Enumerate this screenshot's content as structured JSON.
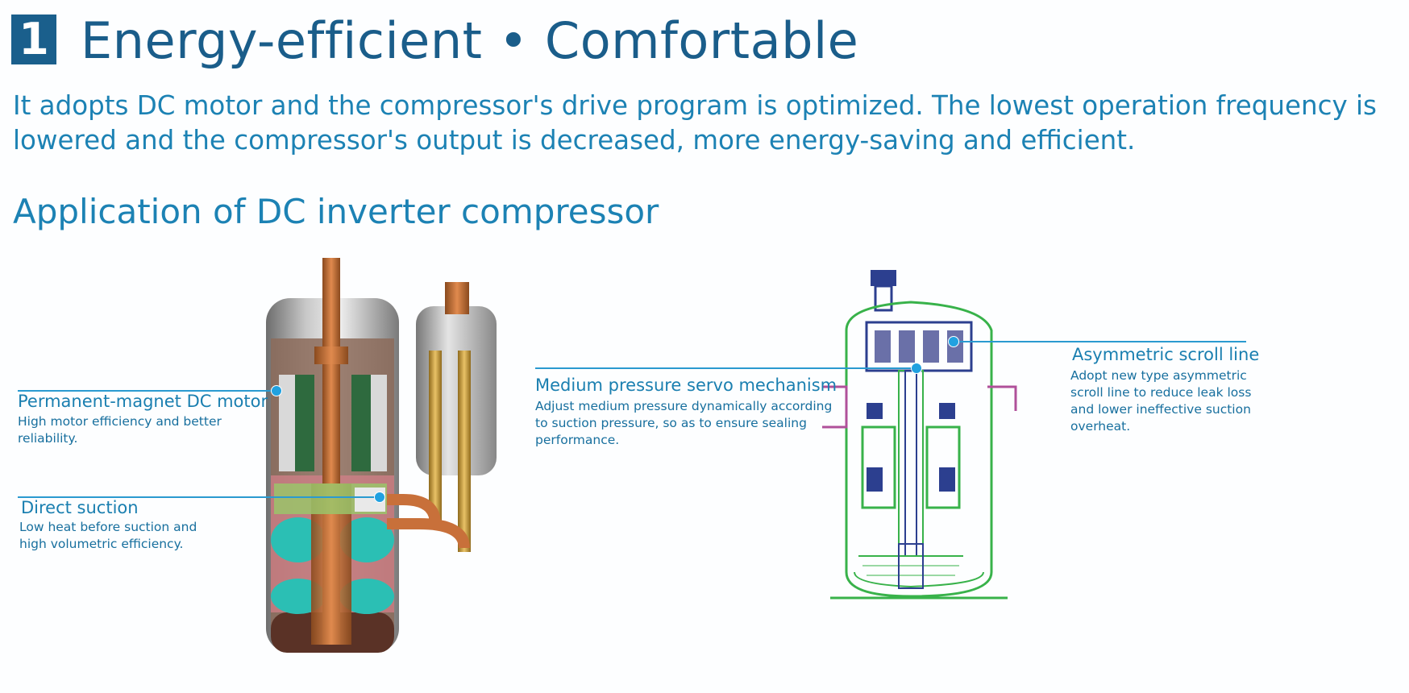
{
  "section": {
    "number": "1",
    "title": "Energy-efficient • Comfortable",
    "intro": "It adopts DC motor and the compressor's drive program is optimized. The lowest operation frequency is lowered and the compressor's output is decreased, more energy-saving and efficient.",
    "subtitle": "Application of DC inverter compressor"
  },
  "left_diagram": {
    "callouts": [
      {
        "heading": "Permanent-magnet DC motor",
        "desc": "High motor efficiency and better reliability."
      },
      {
        "heading": "Direct suction",
        "desc": "Low heat before suction and high volumetric efficiency."
      }
    ]
  },
  "right_diagram": {
    "callouts": [
      {
        "heading": "Medium pressure servo mechanism",
        "desc": "Adjust medium pressure dynamically according to suction pressure, so as to  ensure sealing performance."
      },
      {
        "heading": "Asymmetric scroll line",
        "desc": "Adopt new type asymmetric scroll line to reduce leak loss and lower ineffective suction overheat."
      }
    ]
  },
  "colors": {
    "title": "#1a5d8a",
    "text": "#1c82b4",
    "leader": "#2a9ad0",
    "copper": "#c8703a",
    "scroll_green": "#38b24a",
    "scroll_blue": "#2c3f8f"
  }
}
